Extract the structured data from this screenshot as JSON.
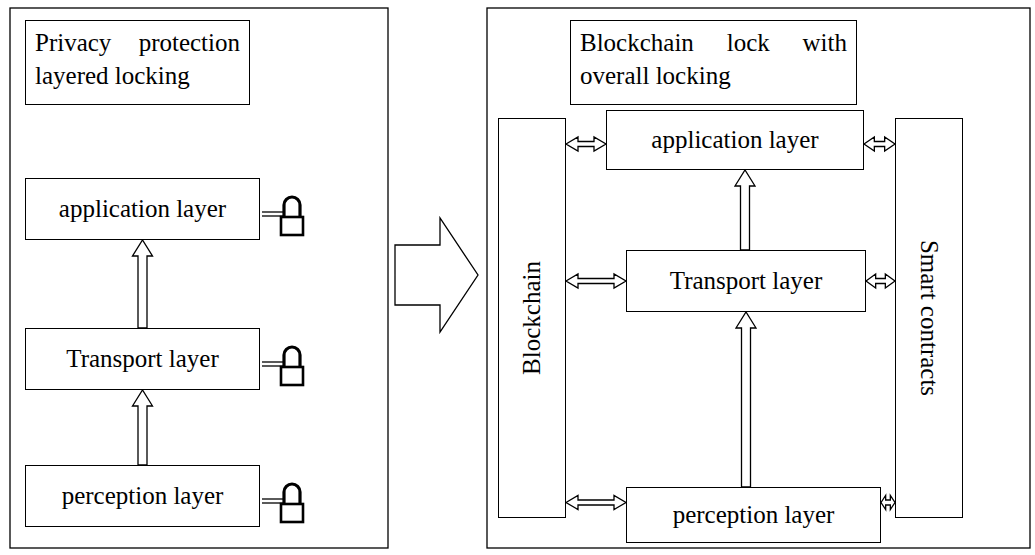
{
  "diagram": {
    "nodes": [
      {
        "text": [
          "Privacy protection layered locking"
        ]
      },
      {
        "text": [
          "application layer"
        ]
      },
      {
        "text": [
          "Transport layer"
        ]
      },
      {
        "text": [
          "perception layer"
        ]
      },
      {
        "text": [
          "Blockchain lock with overall locking"
        ]
      },
      {
        "text": [
          "Blockchain"
        ]
      },
      {
        "text": [
          "application layer"
        ]
      },
      {
        "text": [
          "Transport layer"
        ]
      },
      {
        "text": [
          "Smart contracts"
        ]
      },
      {
        "text": [
          "perception layer"
        ]
      }
    ],
    "edges": [
      {
        "from": 3,
        "to": 2,
        "arrow": "to"
      },
      {
        "from": 2,
        "to": 1,
        "arrow": "to"
      },
      {
        "from": 9,
        "to": 7,
        "arrow": "to"
      },
      {
        "from": 7,
        "to": 6,
        "arrow": "to"
      },
      {
        "from": 5,
        "to": 6,
        "arrow": "both"
      },
      {
        "from": 5,
        "to": 7,
        "arrow": "both"
      },
      {
        "from": 5,
        "to": 9,
        "arrow": "both"
      },
      {
        "from": 6,
        "to": 8,
        "arrow": "both"
      },
      {
        "from": 7,
        "to": 8,
        "arrow": "both"
      },
      {
        "from": 9,
        "to": 8,
        "arrow": "both"
      }
    ]
  }
}
